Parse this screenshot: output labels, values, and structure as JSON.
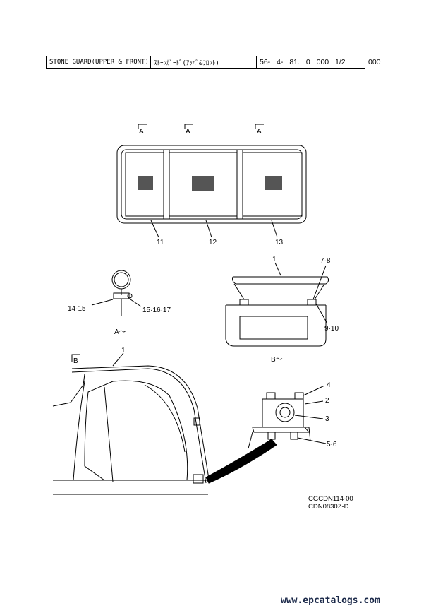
{
  "header": {
    "title_en": "STONE GUARD(UPPER & FRONT)",
    "title_jp": "ｽﾄｰﾝｶﾞｰﾄﾞ(ｱｯﾊﾟ&ﾌﾛﾝﾄ)",
    "part_ref": "56- 4- 81. 0 000 1/2",
    "suffix": "000"
  },
  "callouts": {
    "view_a1": "A",
    "view_a2": "A",
    "view_a3": "A",
    "view_b": "B",
    "p11": "11",
    "p12": "12",
    "p13": "13",
    "p14_15": "14·15",
    "p15_16_17": "15·16·17",
    "view_a_caption": "A～",
    "view_b_caption": "B～",
    "p1_top": "1",
    "p7_8": "7·8",
    "p9_10": "9·10",
    "p1_side": "1",
    "p4": "4",
    "p2": "2",
    "p3": "3",
    "p5_6": "5·6"
  },
  "codes": {
    "line1": "CGCDN114-00",
    "line2": "CDN0830Z-D"
  },
  "watermark": "www.epcatalogs.com"
}
